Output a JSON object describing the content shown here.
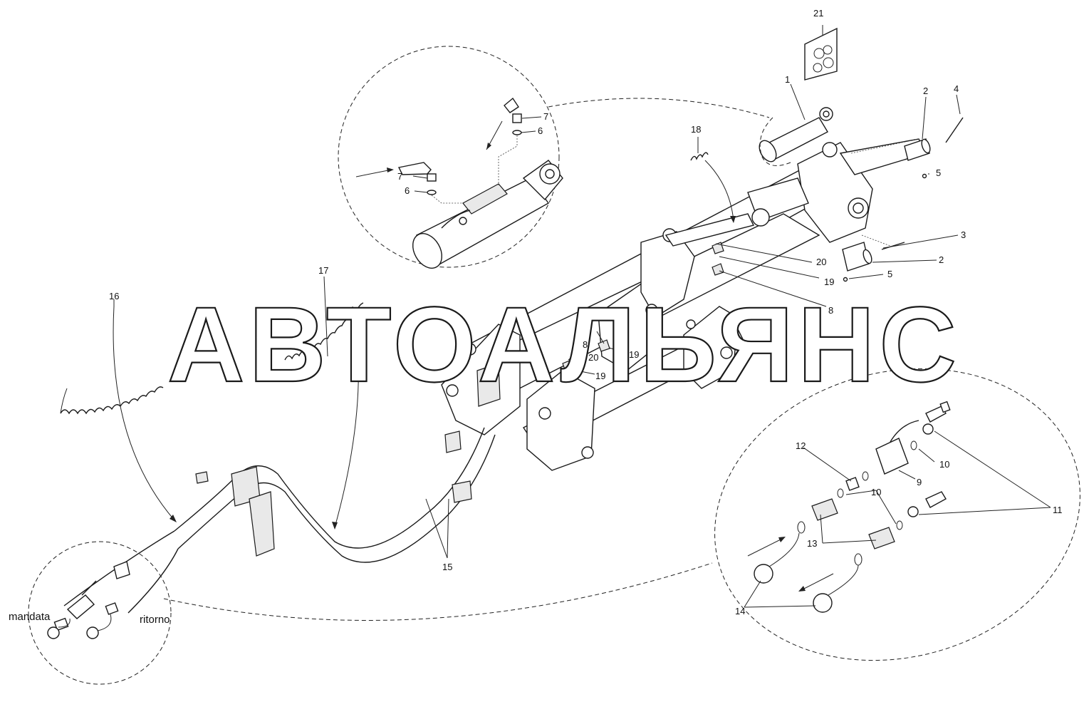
{
  "watermark": "АВТОАЛЬЯНС",
  "words": {
    "mandata": "mandata",
    "ritorno": "ritorno"
  },
  "callouts": {
    "c1": "1",
    "c2a": "2",
    "c2b": "2",
    "c3": "3",
    "c4": "4",
    "c5a": "5",
    "c5b": "5",
    "c6a": "6",
    "c6b": "6",
    "c7a": "7",
    "c7b": "7",
    "c8a": "8",
    "c8b": "8",
    "c9": "9",
    "c10a": "10",
    "c10b": "10",
    "c11": "11",
    "c12": "12",
    "c13": "13",
    "c14": "14",
    "c15": "15",
    "c16": "16",
    "c17": "17",
    "c18": "18",
    "c19a": "19",
    "c19b": "19",
    "c19c": "19",
    "c20a": "20",
    "c20b": "20",
    "c21": "21"
  }
}
